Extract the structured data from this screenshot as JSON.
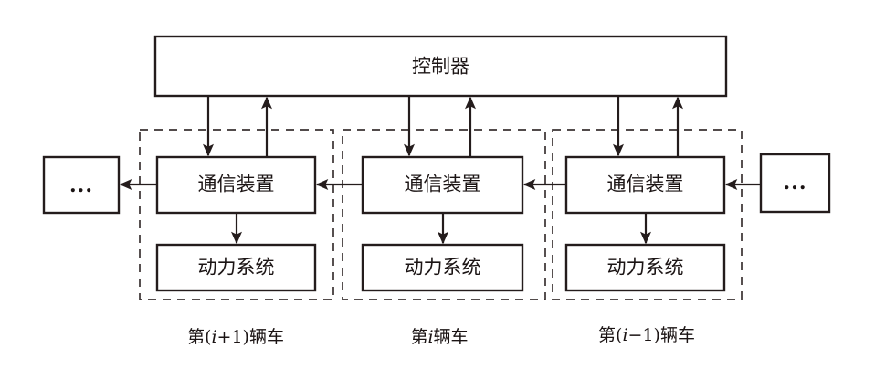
{
  "figure": {
    "type": "block-diagram",
    "background_color": "#ffffff",
    "line_color": "#241c1c",
    "dashed_color": "#3a3232"
  },
  "controller": {
    "label": "控制器"
  },
  "ellipsis": {
    "left_label": "...",
    "right_label": "..."
  },
  "vehicles": [
    {
      "id": "vehicle-i-plus-1",
      "comm_label": "通信装置",
      "power_label": "动力系统",
      "caption_prefix": "第(",
      "caption_var": "i",
      "caption_suffix": "+1)辆车"
    },
    {
      "id": "vehicle-i",
      "comm_label": "通信装置",
      "power_label": "动力系统",
      "caption_prefix": "第",
      "caption_var": "i",
      "caption_suffix": "辆车"
    },
    {
      "id": "vehicle-i-minus-1",
      "comm_label": "通信装置",
      "power_label": "动力系统",
      "caption_prefix": "第(",
      "caption_var": "i",
      "caption_suffix": "−1)辆车"
    }
  ]
}
